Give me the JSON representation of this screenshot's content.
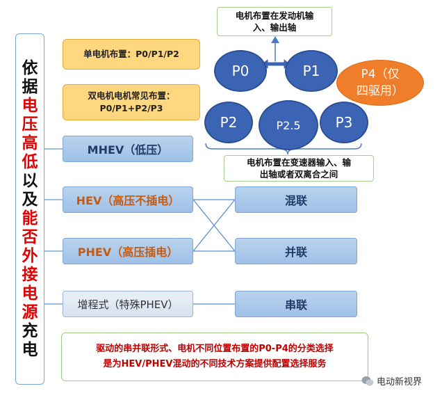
{
  "left_label": {
    "chars": [
      {
        "t": "依",
        "c": "blk"
      },
      {
        "t": "据",
        "c": "blk"
      },
      {
        "t": "电",
        "c": "red"
      },
      {
        "t": "压",
        "c": "red"
      },
      {
        "t": "高",
        "c": "red"
      },
      {
        "t": "低",
        "c": "red"
      },
      {
        "t": "以",
        "c": "blk"
      },
      {
        "t": "及",
        "c": "blk"
      },
      {
        "t": "能",
        "c": "red"
      },
      {
        "t": "否",
        "c": "red"
      },
      {
        "t": "外",
        "c": "red"
      },
      {
        "t": "接",
        "c": "red"
      },
      {
        "t": "电",
        "c": "red"
      },
      {
        "t": "源",
        "c": "red"
      },
      {
        "t": "充",
        "c": "blk"
      },
      {
        "t": "电",
        "c": "blk"
      }
    ]
  },
  "notes": {
    "single_motor": "单电机布置：P0/P1/P2",
    "dual_motor_line1": "双电机电机常见布置：",
    "dual_motor_line2": "P0/P1+P2/P3",
    "top_note_line1": "电机布置在发动机输",
    "top_note_line2": "入、输出轴",
    "gearbox_note_line1": "电机布置在变速器输入、输",
    "gearbox_note_line2": "出轴或者双离合之间"
  },
  "categories": {
    "mhev": "MHEV（低压）",
    "hev": "HEV（高压不插电）",
    "phev": "PHEV（高压插电）",
    "erev": "增程式（特殊PHEV）"
  },
  "modes": {
    "hunlian": "混联",
    "binglian": "并联",
    "chuanlian": "串联"
  },
  "positions": {
    "p0": "P0",
    "p1": "P1",
    "p2": "P2",
    "p25": "P2.5",
    "p3": "P3",
    "p4_line1": "P4（仅",
    "p4_line2": "四驱用）"
  },
  "summary_line1": "驱动的串并联形式、电机不同位置布置的P0-P4的分类选择",
  "summary_line2": "是为HEV/PHEV混动的不同技术方案提供配置选择服务",
  "watermark": "电动新视界",
  "colors": {
    "red": "#e30000",
    "motor_blue": "#3c64b4",
    "p4_orange": "#ef7d2a",
    "note_orange": "#ffd77e",
    "box_blue": "#a9c8ea"
  }
}
